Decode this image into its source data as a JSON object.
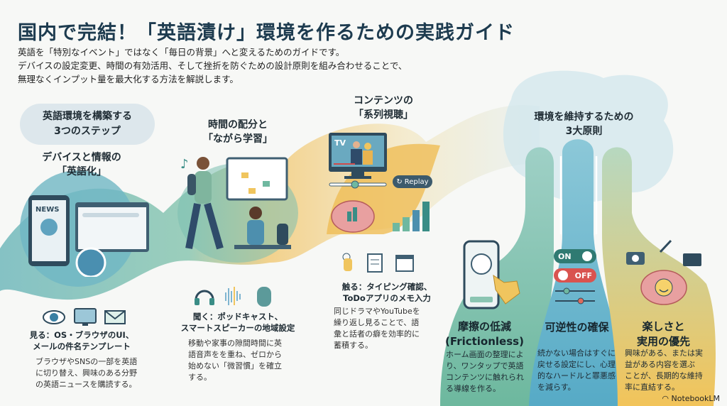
{
  "header": {
    "title": "国内で完結！「英語漬け」環境を作るための実践ガイド",
    "subtitle_lines": [
      "英語を「特別なイベント」ではなく「毎日の背景」へと変えるためのガイドです。",
      "デバイスの設定変更、時間の有効活用、そして挫折を防ぐための設計原則を組み合わせることで、",
      "無理なくインプット量を最大化する方法を解説します。"
    ]
  },
  "steps_label": {
    "line1": "英語環境を構築する",
    "line2": "3つのステップ"
  },
  "steps": [
    {
      "heading": [
        "デバイスと情報の",
        "「英語化」"
      ],
      "icons": [
        "eye-icon",
        "monitor-icon",
        "envelope-icon"
      ],
      "caption": [
        "見る：OS・ブラウザのUI、",
        "メールの件名テンプレート"
      ],
      "body": [
        "ブラウザやSNSの一部を英語",
        "に切り替え、興味のある分野",
        "の英語ニュースを購読する。"
      ],
      "illustration_text": "NEWS"
    },
    {
      "heading": [
        "時間の配分と",
        "「ながら学習」"
      ],
      "icons": [
        "headphones-icon",
        "sound-wave-icon",
        "smart-speaker-icon"
      ],
      "caption": [
        "聞く：ポッドキャスト、",
        "スマートスピーカーの地域設定"
      ],
      "body": [
        "移動や家事の隙間時間に英",
        "語音声をを重ね、ゼロから",
        "始めない「微習慣」を確立",
        "する。"
      ]
    },
    {
      "heading": [
        "コンテンツの",
        "「系列視聴」"
      ],
      "icons": [
        "pointer-hand-icon",
        "notepad-icon",
        "calendar-icon"
      ],
      "caption": [
        "触る：タイピング確認、",
        "ToDoアプリのメモ入力"
      ],
      "body": [
        "同じドラマやYouTubeを",
        "繰り返し見ることで、語",
        "彙と話者の癖を効率的に",
        "蓄積する。"
      ],
      "tv_label": "TV",
      "replay_label": "Replay"
    }
  ],
  "principles_label": {
    "line1": "環境を維持するための",
    "line2": "3大原則"
  },
  "principles": [
    {
      "heading": [
        "摩擦の低減",
        "(Frictionless)"
      ],
      "body": [
        "ホーム画面の整理によ",
        "り、ワンタップで英語",
        "コンテンツに触れられ",
        "る導線を作る。"
      ],
      "color": "#6fb8a0"
    },
    {
      "heading": [
        "可逆性の確保"
      ],
      "body": [
        "続かない場合はすぐに",
        "戻せる設定にし、心理",
        "的なハードルと罪悪感",
        "を減らす。"
      ],
      "color": "#5aaec4",
      "toggles": {
        "on": "ON",
        "off": "OFF"
      }
    },
    {
      "heading": [
        "楽しさと",
        "実用の優先"
      ],
      "body": [
        "興味がある、または実",
        "益がある内容を選ぶ",
        "ことが、長期的な維持",
        "率に直結する。"
      ],
      "color": "#f0c55e"
    }
  ],
  "footer": {
    "brand": "NotebookLM"
  }
}
